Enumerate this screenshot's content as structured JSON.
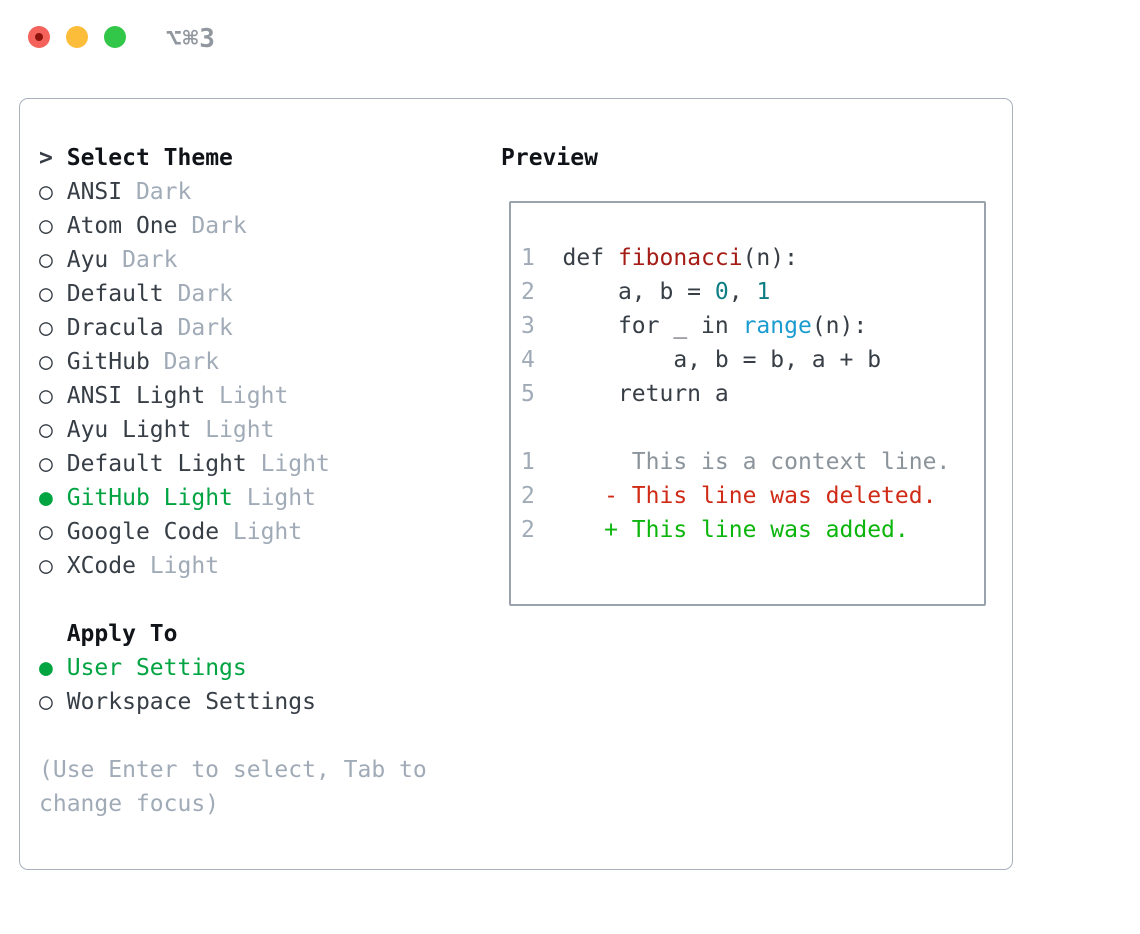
{
  "window": {
    "title": "⌥⌘3",
    "traffic_lights": [
      "close",
      "minimize",
      "zoom"
    ]
  },
  "theme_panel": {
    "header_prefix": ">",
    "header": "Select Theme",
    "marker_selected": "●",
    "marker_unselected": "○",
    "items": [
      {
        "name": "ANSI",
        "tag": "Dark",
        "selected": false
      },
      {
        "name": "Atom One",
        "tag": "Dark",
        "selected": false
      },
      {
        "name": "Ayu",
        "tag": "Dark",
        "selected": false
      },
      {
        "name": "Default",
        "tag": "Dark",
        "selected": false
      },
      {
        "name": "Dracula",
        "tag": "Dark",
        "selected": false
      },
      {
        "name": "GitHub",
        "tag": "Dark",
        "selected": false
      },
      {
        "name": "ANSI Light",
        "tag": "Light",
        "selected": false
      },
      {
        "name": "Ayu Light",
        "tag": "Light",
        "selected": false
      },
      {
        "name": "Default Light",
        "tag": "Light",
        "selected": false
      },
      {
        "name": "GitHub Light",
        "tag": "Light",
        "selected": true
      },
      {
        "name": "Google Code",
        "tag": "Light",
        "selected": false
      },
      {
        "name": "XCode",
        "tag": "Light",
        "selected": false
      }
    ],
    "apply_header": "Apply To",
    "apply_items": [
      {
        "name": "User Settings",
        "selected": true
      },
      {
        "name": "Workspace Settings",
        "selected": false
      }
    ],
    "hint": "(Use Enter to select, Tab to change focus)"
  },
  "preview": {
    "header": "Preview",
    "code_lines": [
      {
        "num": "1",
        "segments": [
          {
            "t": "  def ",
            "c": "plain"
          },
          {
            "t": "fibonacci",
            "c": "func"
          },
          {
            "t": "(n):",
            "c": "plain"
          }
        ]
      },
      {
        "num": "2",
        "segments": [
          {
            "t": "      a, b = ",
            "c": "plain"
          },
          {
            "t": "0",
            "c": "numlit"
          },
          {
            "t": ", ",
            "c": "plain"
          },
          {
            "t": "1",
            "c": "numlit"
          }
        ]
      },
      {
        "num": "3",
        "segments": [
          {
            "t": "      for _ in ",
            "c": "plain"
          },
          {
            "t": "range",
            "c": "builtin"
          },
          {
            "t": "(n):",
            "c": "plain"
          }
        ]
      },
      {
        "num": "4",
        "segments": [
          {
            "t": "          a, b = b, a + b",
            "c": "plain"
          }
        ]
      },
      {
        "num": "5",
        "segments": [
          {
            "t": "      return a",
            "c": "plain"
          }
        ]
      },
      {
        "num": "",
        "segments": []
      },
      {
        "num": "1",
        "segments": [
          {
            "t": "       This is a context line.",
            "c": "ctx"
          }
        ]
      },
      {
        "num": "2",
        "segments": [
          {
            "t": "     ",
            "c": "plain"
          },
          {
            "t": "- This line was deleted.",
            "c": "del"
          }
        ]
      },
      {
        "num": "2",
        "segments": [
          {
            "t": "     ",
            "c": "plain"
          },
          {
            "t": "+ This line was added.",
            "c": "add"
          }
        ]
      }
    ]
  },
  "colors": {
    "text_plain": "#373e46",
    "text_header": "#101419",
    "muted": "#a0abb7",
    "gutter": "#a0abb7",
    "code_plain": "#373e46",
    "ctx": "#8b939b",
    "func": "#a51c16",
    "numlit": "#0d7e84",
    "builtin": "#1b9cd0",
    "del": "#cf2b16",
    "add": "#0cb50c",
    "sel_green": "#00a441",
    "border_main": "#a9b1bb",
    "border_preview": "#9aa3ad",
    "tl_red": "#f4625b",
    "tl_red_dot": "#8d140d",
    "tl_yellow": "#fcbd3a",
    "tl_green": "#32c748"
  }
}
